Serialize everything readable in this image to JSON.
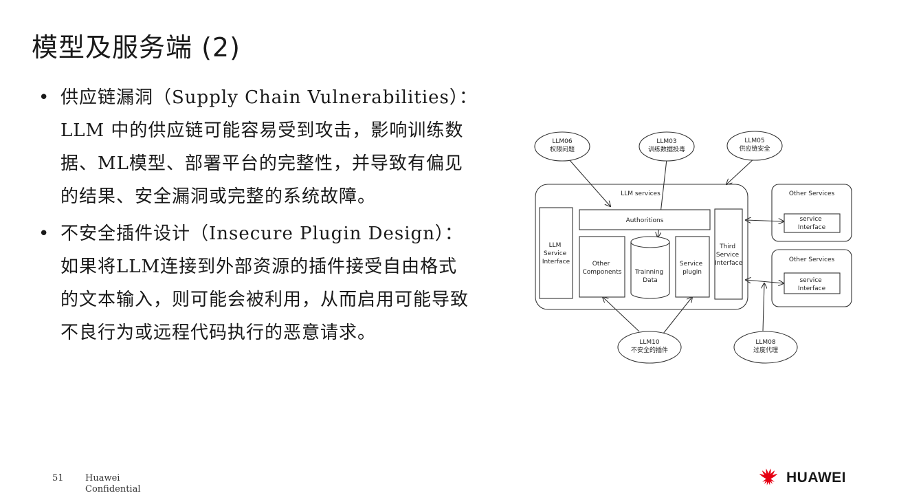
{
  "slide": {
    "title": "模型及服务端 (2)",
    "bullets": [
      {
        "lines": [
          "供应链漏洞（Supply Chain Vulnerabilities）：",
          "LLM 中的供应链可能容易受到攻击，影响训练数",
          "据、ML模型、部署平台的完整性，并导致有偏见",
          "的结果、安全漏洞或完整的系统故障。"
        ]
      },
      {
        "lines": [
          "不安全插件设计（Insecure Plugin Design）：",
          "如果将LLM连接到外部资源的插件接受自由格式",
          "的文本输入，则可能会被利用，从而启用可能导致",
          "不良行为或远程代码执行的恶意请求。"
        ]
      }
    ],
    "bullet_glyph": "•"
  },
  "diagram": {
    "nodes": {
      "llm06": {
        "code": "LLM06",
        "label": "权限问题"
      },
      "llm03": {
        "code": "LLM03",
        "label": "训练数据投毒"
      },
      "llm05": {
        "code": "LLM05",
        "label": "供应链安全"
      },
      "llm10": {
        "code": "LLM10",
        "label": "不安全的插件"
      },
      "llm08": {
        "code": "LLM08",
        "label": "过度代理"
      }
    },
    "llm_services": "LLM services",
    "authorities": "Authoritions",
    "llm_service_interface": [
      "LLM",
      "Service",
      "Interface"
    ],
    "other_components": [
      "Other",
      "Components"
    ],
    "training_data": [
      "Trainning",
      "Data"
    ],
    "service_plugin": [
      "Service",
      "plugin"
    ],
    "third_service_interface": [
      "Third",
      "Service",
      "Interface"
    ],
    "other_services_1": {
      "title": "Other Services",
      "inner": [
        "service",
        "Interface"
      ]
    },
    "other_services_2": {
      "title": "Other Services",
      "inner": [
        "service",
        "Interface"
      ]
    }
  },
  "footer": {
    "page_number": "51",
    "confidential": [
      "Huawei",
      "Confidential"
    ],
    "brand": "HUAWEI",
    "brand_color": "#e60012"
  }
}
